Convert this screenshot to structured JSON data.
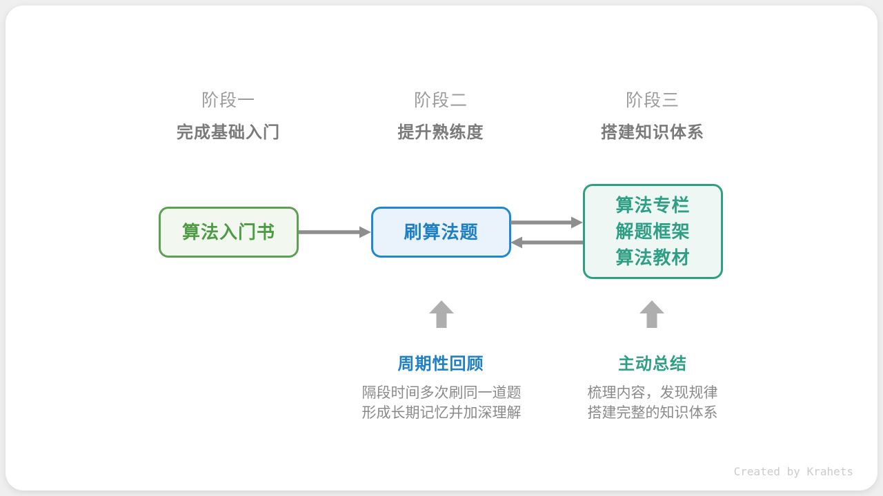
{
  "page": {
    "background": "#efeff0",
    "card_background": "#ffffff"
  },
  "stages": [
    {
      "title": "阶段一",
      "subtitle": "完成基础入门"
    },
    {
      "title": "阶段二",
      "subtitle": "提升熟练度"
    },
    {
      "title": "阶段三",
      "subtitle": "搭建知识体系"
    }
  ],
  "boxes": [
    {
      "label": "算法入门书",
      "border": "#5ba053",
      "background": "#f2f8f0",
      "text_color": "#4d9b44"
    },
    {
      "label": "刷算法题",
      "border": "#1e88d2",
      "background": "#eaf3fb",
      "text_color": "#1e7fc4"
    },
    {
      "lines": [
        "算法专栏",
        "解题框架",
        "算法教材"
      ],
      "border": "#2e9e85",
      "background": "#eef7f4",
      "text_color": "#2e9e85"
    }
  ],
  "annotations": [
    {
      "label": "周期性回顾",
      "color": "#1e7fc4",
      "description": [
        "隔段时间多次刷同一道题",
        "形成长期记忆并加深理解"
      ]
    },
    {
      "label": "主动总结",
      "color": "#2e9e85",
      "description": [
        "梳理内容，发现规律",
        "搭建完整的知识体系"
      ]
    }
  ],
  "footer": {
    "credit": "Created by Krahets"
  },
  "colors": {
    "connector_arrow": "#8e8e8e",
    "block_arrow": "#aeaeae",
    "stage_title": "#9b9b9b",
    "stage_subtitle": "#7a7a7a",
    "description_text": "#8a8a8a",
    "footer_text": "#cbcbcb"
  }
}
